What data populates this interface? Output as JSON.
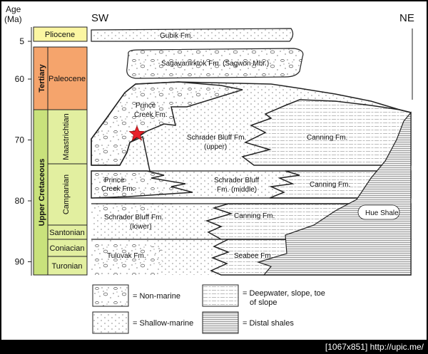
{
  "header": {
    "age_label_line1": "Age",
    "age_label_line2": "(Ma)",
    "sw": "SW",
    "ne": "NE"
  },
  "ticks": [
    {
      "age": 5,
      "label": "5"
    },
    {
      "age": 60,
      "label": "60"
    },
    {
      "age": 70,
      "label": "70"
    },
    {
      "age": 80,
      "label": "80"
    },
    {
      "age": 90,
      "label": "90"
    }
  ],
  "column": {
    "periods": [
      {
        "name": "Tertiary",
        "color": "#f5a46c"
      },
      {
        "name": "Upper Cretaceous",
        "color": "#c9e27c"
      }
    ],
    "stages": [
      {
        "name": "Pliocene",
        "color": "#fbf6a2"
      },
      {
        "name": "Paleocene",
        "color": "#f5a46c"
      },
      {
        "name": "Maastrichtian",
        "color": "#e2efa0"
      },
      {
        "name": "Campanian",
        "color": "#e2efa0"
      },
      {
        "name": "Santonian",
        "color": "#e2efa0"
      },
      {
        "name": "Coniacian",
        "color": "#e2efa0"
      },
      {
        "name": "Turonian",
        "color": "#e2efa0"
      }
    ]
  },
  "formations": {
    "gubik": "Gubik Fm.",
    "sagavanirktok": "Sagavanirktok Fm. (Sagwon Mbr.)",
    "prince_upper_1": "Prince",
    "prince_upper_2": "Creek Fm.",
    "schrader_upper_1": "Schrader Bluff Fm.",
    "schrader_upper_2": "(upper)",
    "canning_upper": "Canning Fm.",
    "prince_lower_1": "Prince",
    "prince_lower_2": "Creek Fm.",
    "schrader_middle_1": "Schrader Bluff",
    "schrader_middle_2": "Fm. (middle)",
    "canning_middle": "Canning Fm.",
    "schrader_lower_1": "Schrader Bluff Fm.",
    "schrader_lower_2": "(lower)",
    "canning_lower": "Canning Fm.",
    "hue": "Hue Shale",
    "tuluvak": "Tuluvak Fm.",
    "seabee": "Seabee Fm."
  },
  "legend": {
    "non_marine": "= Non-marine",
    "shallow_marine": "= Shallow-marine",
    "deepwater_1": "= Deepwater, slope, toe",
    "deepwater_2": "of slope",
    "distal": "= Distal shales"
  },
  "marker": {
    "color": "#e8212a"
  },
  "footer": {
    "label": "[1067x851] http://upic.me/"
  }
}
